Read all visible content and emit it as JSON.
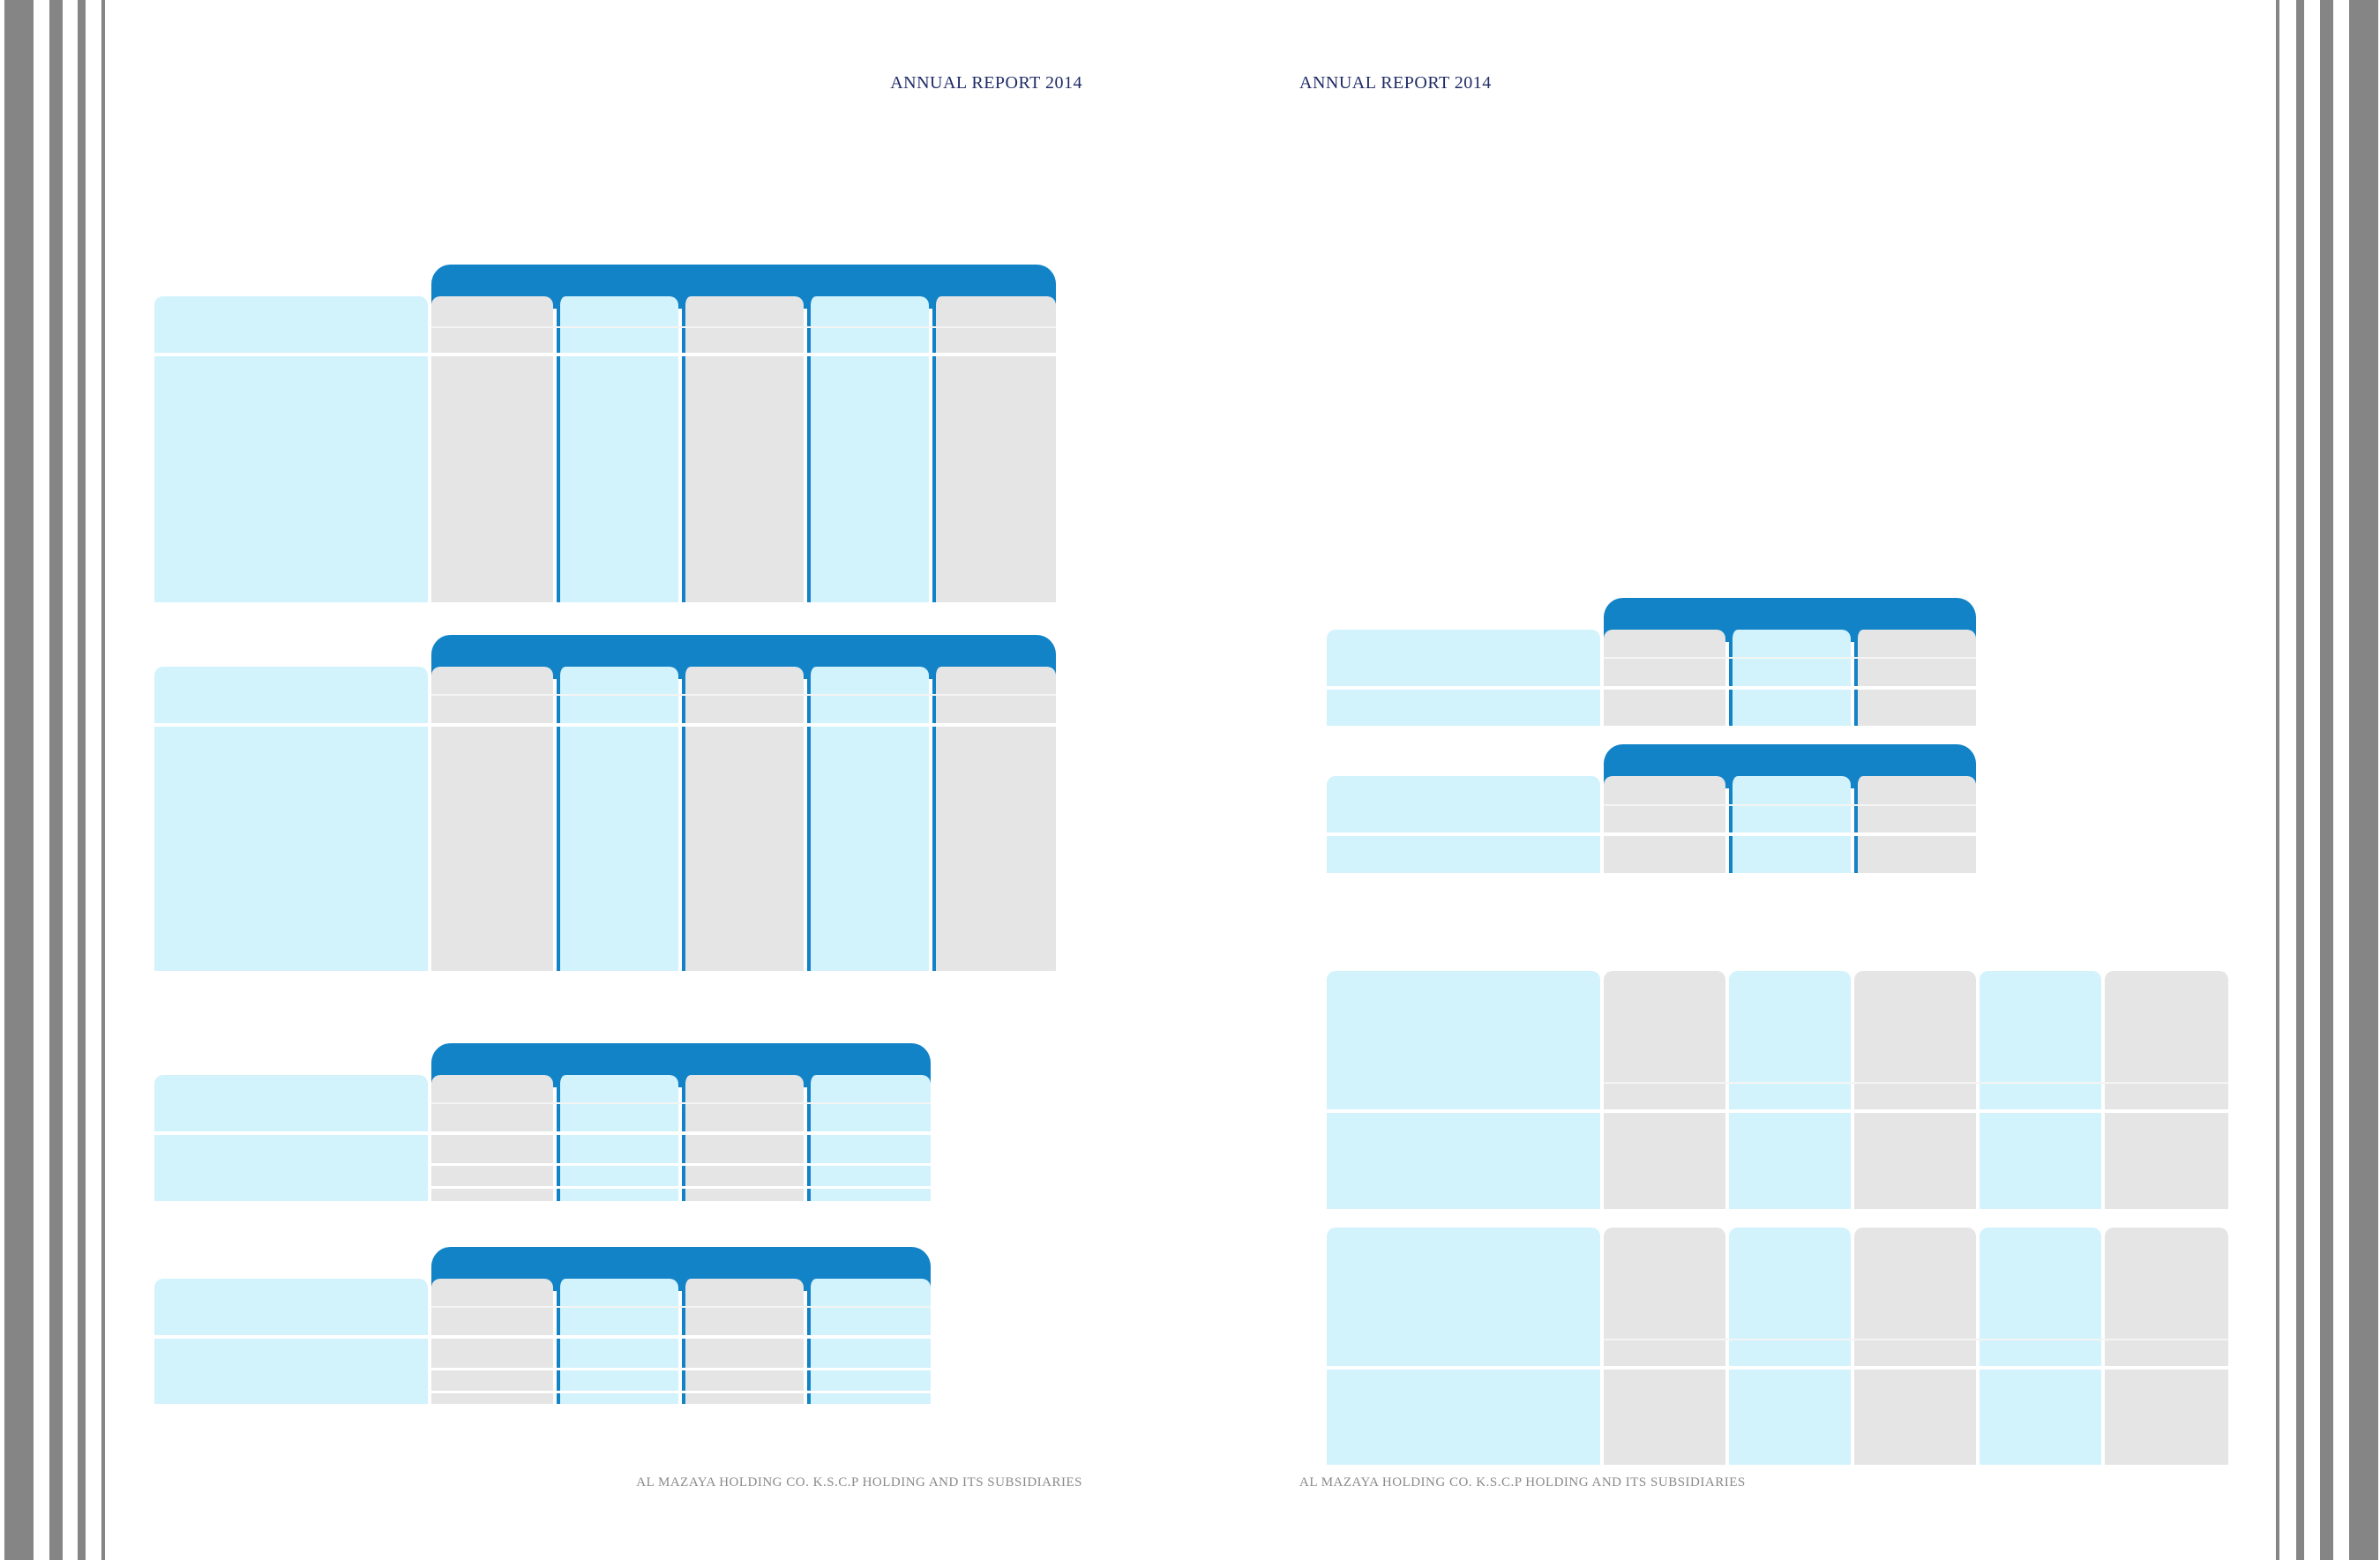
{
  "document": {
    "header_left": "ANNUAL REPORT 2014",
    "header_right": "ANNUAL REPORT 2014",
    "footer_left": "AL MAZAYA HOLDING CO. K.S.C.P HOLDING AND ITS SUBSIDIARIES",
    "footer_right": "AL MAZAYA HOLDING CO. K.S.C.P HOLDING AND ITS SUBSIDIARIES"
  },
  "colors": {
    "band_blue": "#1283c7",
    "light_blue": "#d2f2fc",
    "light_gray": "#e5e5e5",
    "stripe_gray": "#858585",
    "header_navy": "#1f2a66",
    "footer_gray": "#8a8a8a"
  }
}
